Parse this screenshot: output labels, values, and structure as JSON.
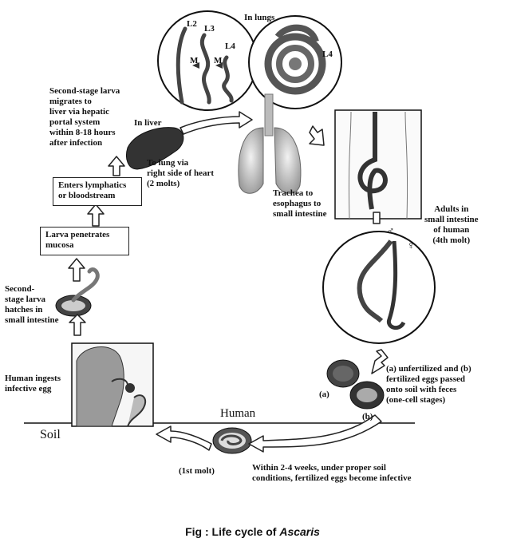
{
  "labels": {
    "in_lungs": "In lungs",
    "l2": "L2",
    "l3": "L3",
    "l4_small": "L4",
    "l4_big": "L4",
    "m1": "M",
    "m2": "M",
    "second_stage_migrates": "Second-stage larva\nmigrates to\nliver via hepatic\nportal system\nwithin 8-18 hours\nafter infection",
    "in_liver": "In liver",
    "to_lung": "To lung via\nright side of heart\n(2 molts)",
    "trachea": "Trachea to\nesophagus to\nsmall intestine",
    "adults": "Adults in\nsmall intestine\nof human\n(4th molt)",
    "male_symbol": "♂",
    "female_symbol": "♀",
    "enters_lymphatics": "Enters lymphatics\nor bloodstream",
    "larva_penetrates": "Larva penetrates\nmucosa",
    "hatches": "Second-\nstage larva\nhatches in\nsmall intestine",
    "ingests": "Human ingests\ninfective egg",
    "eggs_desc": "(a) unfertilized and (b)\nfertilized eggs passed\nonto soil with feces\n(one-cell stages)",
    "egg_a": "(a)",
    "egg_b": "(b)",
    "human": "Human",
    "soil": "Soil",
    "first_molt": "(1st molt)",
    "within_weeks": "Within 2-4 weeks, under proper soil\nconditions, fertilized eggs become infective"
  },
  "caption": {
    "prefix": "Fig : Life cycle of ",
    "italic": "Ascaris"
  }
}
